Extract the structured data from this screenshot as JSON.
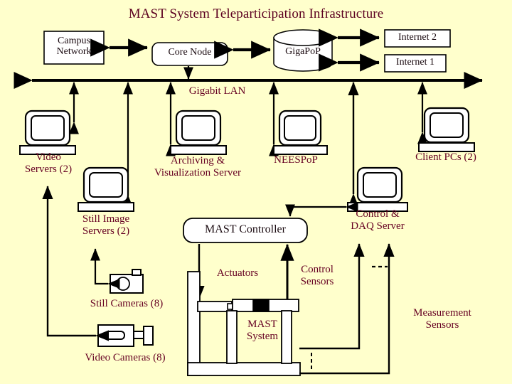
{
  "title": "MAST System Teleparticipation Infrastructure",
  "colors": {
    "background": "#ffffcc",
    "label_text": "#660022",
    "title_text": "#5c0020",
    "stroke": "#000000",
    "node_fill": "#ffffff"
  },
  "network_nodes": [
    {
      "id": "campus-network",
      "label": "Campus\nNetwork",
      "shape": "rect"
    },
    {
      "id": "core-node",
      "label": "Core Node",
      "shape": "rounded-rect"
    },
    {
      "id": "gigapop",
      "label": "GigaPoP",
      "shape": "cylinder"
    },
    {
      "id": "internet-2",
      "label": "Internet 2",
      "shape": "rect"
    },
    {
      "id": "internet-1",
      "label": "Internet 1",
      "shape": "rect"
    }
  ],
  "bus": {
    "label": "Gigabit LAN"
  },
  "computers": [
    {
      "id": "video-servers",
      "label": "Video\nServers (2)"
    },
    {
      "id": "archiving-visualization-server",
      "label": "Archiving &\nVisualization Server"
    },
    {
      "id": "neespop",
      "label": "NEESPoP"
    },
    {
      "id": "client-pcs",
      "label": "Client PCs (2)"
    },
    {
      "id": "still-image-servers",
      "label": "Still Image\nServers (2)"
    },
    {
      "id": "control-daq-server",
      "label": "Control &\nDAQ Server"
    }
  ],
  "controller": {
    "label": "MAST Controller"
  },
  "cameras": [
    {
      "id": "still-cameras",
      "label": "Still Cameras (8)",
      "type": "still-camera"
    },
    {
      "id": "video-cameras",
      "label": "Video Cameras (8)",
      "type": "video-camera"
    }
  ],
  "apparatus": {
    "label": "MAST\nSystem"
  },
  "signal_labels": [
    {
      "id": "actuators",
      "label": "Actuators"
    },
    {
      "id": "control-sensors",
      "label": "Control\nSensors"
    },
    {
      "id": "measurement-sensors",
      "label": "Measurement\nSensors"
    }
  ]
}
